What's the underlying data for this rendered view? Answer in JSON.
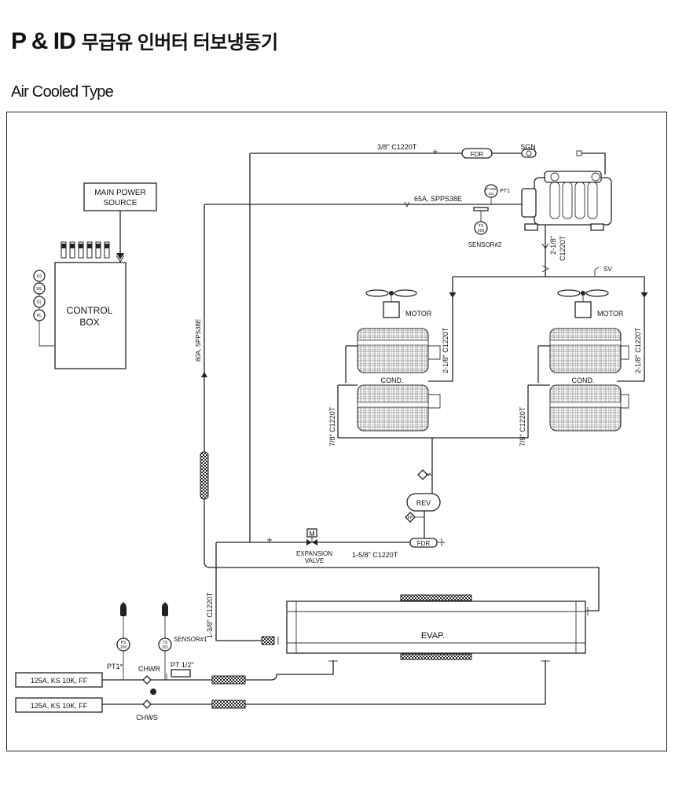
{
  "header": {
    "title": "P & ID",
    "title_sub": "무급유 인버터 터보냉동기",
    "subtitle": "Air Cooled Type"
  },
  "diagram": {
    "main_power": [
      "MAIN POWER",
      "SOURCE"
    ],
    "control_box": [
      "CONTROL",
      "BOX"
    ],
    "side_indicators": [
      "ES",
      "WL",
      "OL",
      "PL"
    ],
    "pipe_top": "3/8\" C1220T",
    "fdr": "FDR",
    "sgn": "SGN",
    "pipe_suction": "65A, SPPS38E",
    "pt_tag": [
      "PT305",
      "101"
    ],
    "pt1": "PT1",
    "ts_tag": [
      "TS",
      "205"
    ],
    "sensor2": "SENSOR#2",
    "discharge_pipe": [
      "2-1/8\"",
      "C1220T"
    ],
    "sv": "SV",
    "motor": "MOTOR",
    "cond": "COND.",
    "cond_pipe_right": "2-1/8\" C1220T",
    "cond_pipe_left": "7/8\" C1220T",
    "fp": "FP",
    "rev": "REV",
    "fdr_lower": "FDR",
    "expansion_valve": [
      "EXPANSION",
      "VALVE"
    ],
    "motor_m": "M",
    "pipe_liquid": "1-5/8\" C1220T",
    "vertical_pipe": "80A, SPPS38E",
    "pipe_evap_left": "1-3/8\" C1220T",
    "evap": "EVAP.",
    "ps_tag": [
      "PS",
      "106"
    ],
    "ts101_tag": [
      "TS",
      "101"
    ],
    "pt1_star": "PT1*",
    "sensor1": "SENSOR#1",
    "chwr": "CHWR",
    "pt_half": "PT 1/2\"",
    "nozzle1": "125A, KS 10K, FF",
    "nozzle2": "125A, KS 10K, FF",
    "chws": "CHWS"
  }
}
